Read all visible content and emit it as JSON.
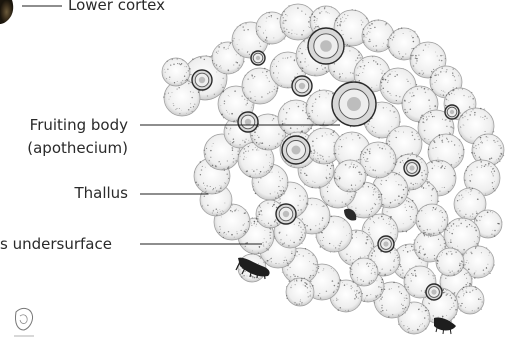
{
  "labels": {
    "lower_cortex": "Lower cortex",
    "fruiting_body_line1": "Fruiting body",
    "fruiting_body_line2": "(apothecium)",
    "thallus": "Thallus",
    "thallus_undersurface": "s undersurface"
  },
  "colors": {
    "ink": "#2a2a2a",
    "lobe_fill": "#f4f4f4",
    "stipple": "#555555",
    "dark_edge": "#1e1e1e"
  }
}
